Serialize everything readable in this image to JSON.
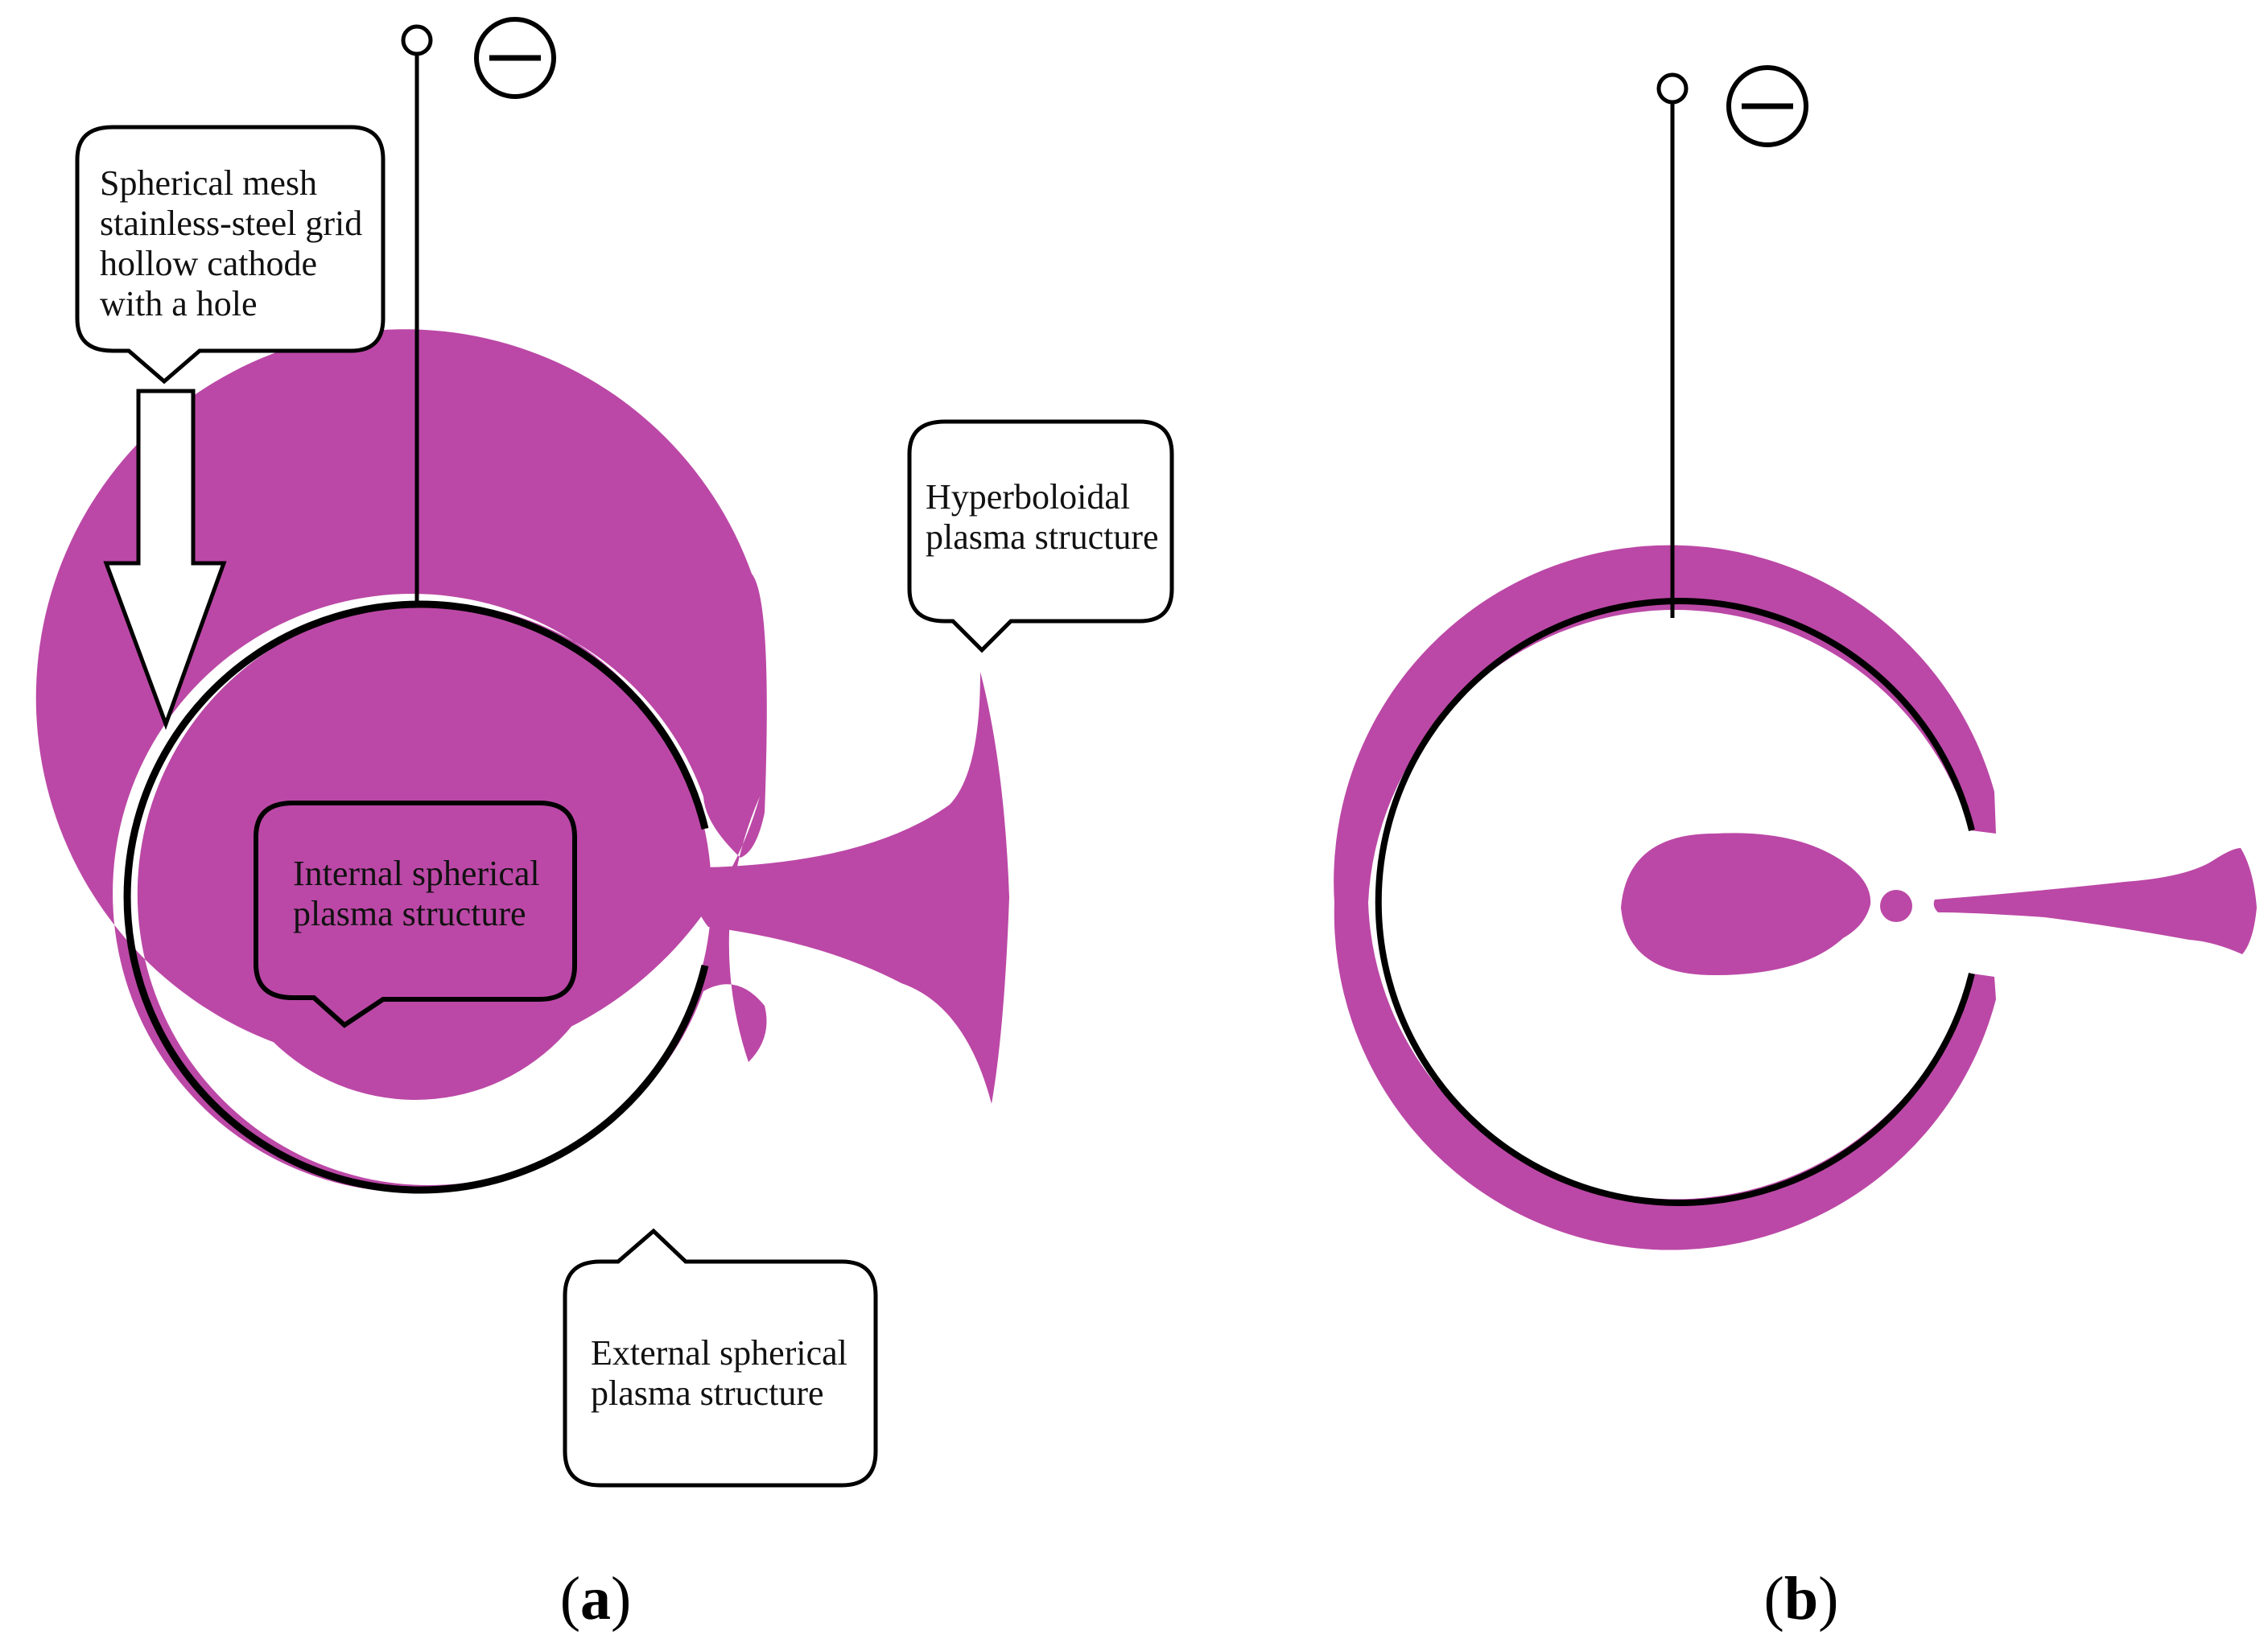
{
  "colors": {
    "plasma": "#bb48a6",
    "outline": "#000000",
    "background": "#ffffff"
  },
  "panels": [
    {
      "id": "a",
      "label_letter": "a",
      "terminal_sign": "−",
      "callouts": {
        "cathode": [
          "Spherical mesh",
          "stainless-steel grid",
          "hollow cathode",
          "with a hole"
        ],
        "hyperboloidal": [
          "Hyperboloidal",
          "plasma structure"
        ],
        "internal": [
          "Internal spherical",
          "plasma structure"
        ],
        "external": [
          "External spherical",
          "plasma structure"
        ]
      }
    },
    {
      "id": "b",
      "label_letter": "b",
      "terminal_sign": "−"
    }
  ]
}
